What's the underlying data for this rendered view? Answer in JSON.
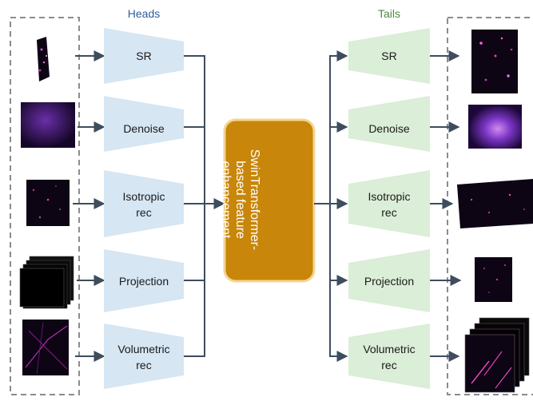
{
  "headings": {
    "heads": "Heads",
    "tails": "Tails"
  },
  "heads": [
    {
      "line1": "SR",
      "line2": ""
    },
    {
      "line1": "Denoise",
      "line2": ""
    },
    {
      "line1": "Isotropic",
      "line2": "rec"
    },
    {
      "line1": "Projection",
      "line2": ""
    },
    {
      "line1": "Volumetric",
      "line2": "rec"
    }
  ],
  "tails": [
    {
      "line1": "SR",
      "line2": ""
    },
    {
      "line1": "Denoise",
      "line2": ""
    },
    {
      "line1": "Isotropic",
      "line2": "rec"
    },
    {
      "line1": "Projection",
      "line2": ""
    },
    {
      "line1": "Volumetric",
      "line2": "rec"
    }
  ],
  "core": {
    "lines": [
      "SwinTransformer-",
      "based feature",
      "enhancement"
    ]
  },
  "colors": {
    "head_fill": "#d6e6f3",
    "tail_fill": "#dbeed7",
    "core_fill": "#c8860a",
    "core_border": "#f2d593",
    "arrow": "#3e4d5e",
    "dashed_box": "#8c8c8c",
    "micrograph_bg": "#0d0414",
    "micrograph_signal": "#d040c0"
  }
}
